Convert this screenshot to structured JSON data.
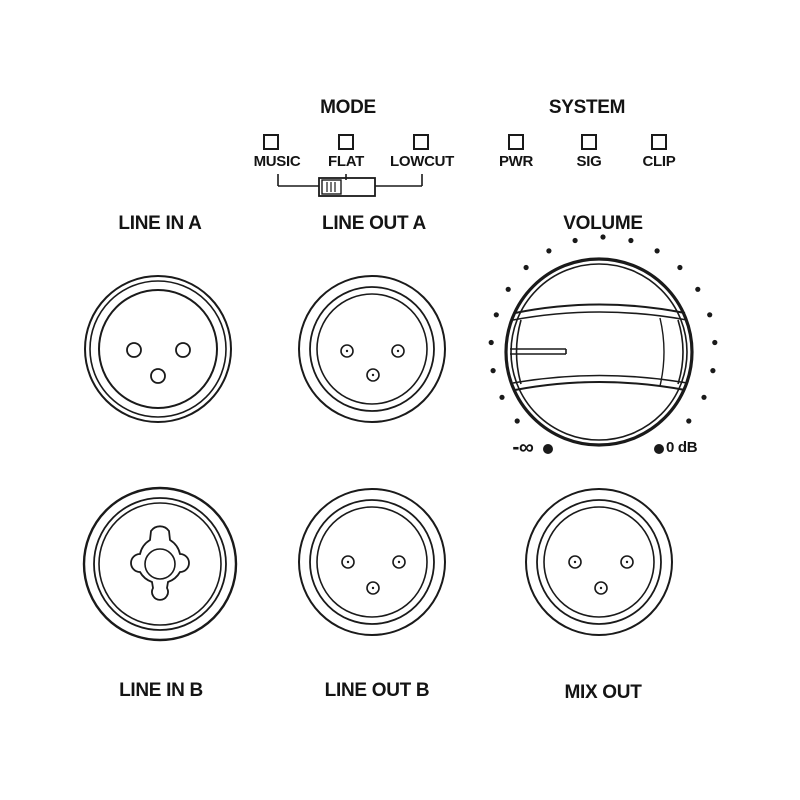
{
  "mode": {
    "title": "MODE",
    "options": [
      "MUSIC",
      "FLAT",
      "LOWCUT"
    ]
  },
  "system": {
    "title": "SYSTEM",
    "leds": [
      "PWR",
      "SIG",
      "CLIP"
    ]
  },
  "volume": {
    "title": "VOLUME",
    "min_label": "-∞",
    "max_label": "0 dB"
  },
  "connectors": {
    "line_in_a": "LINE IN A",
    "line_out_a": "LINE OUT A",
    "line_in_b": "LINE IN B",
    "line_out_b": "LINE OUT B",
    "mix_out": "MIX OUT"
  },
  "colors": {
    "line": "#1a1a1a",
    "background": "#ffffff"
  }
}
